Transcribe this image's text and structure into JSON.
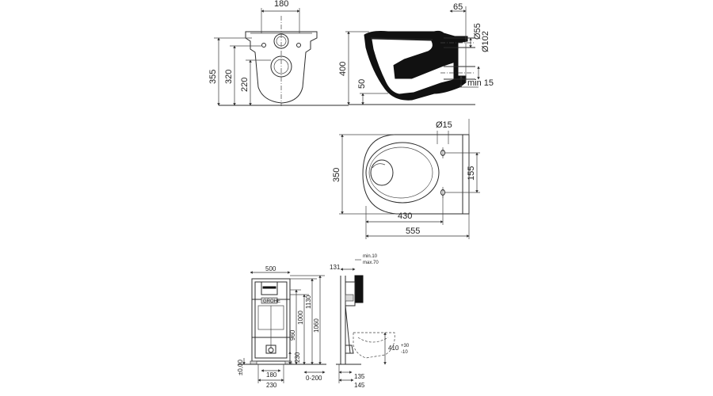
{
  "dims": {
    "front_top_width": "180",
    "front_height_355": "355",
    "front_height_320": "320",
    "front_height_220": "220",
    "side_offset_65": "65",
    "side_dia_55": "Ø55",
    "side_dia_102": "Ø102",
    "side_height_400": "400",
    "side_height_50": "50",
    "side_min_15": "min 15",
    "plan_hole_dia": "Ø15",
    "plan_width_350": "350",
    "plan_spacing_155": "155",
    "plan_len_430": "430",
    "plan_len_555": "555"
  },
  "frame_dims": {
    "width_500": "500",
    "h_1130": "1130",
    "h_1000": "1000",
    "h_1060": "1060",
    "h_960": "960",
    "h_230_right": "230",
    "zero_level": "±0,00",
    "w_180": "180",
    "w_230": "230",
    "range_0_200": "0-200",
    "depth_131": "131",
    "wall_min": "min.10",
    "wall_max": "max.70",
    "d_135": "135",
    "d_145": "145",
    "h_410": "410",
    "tol_plus": "+30",
    "tol_minus": "-10"
  },
  "logo_text": "GROHE"
}
